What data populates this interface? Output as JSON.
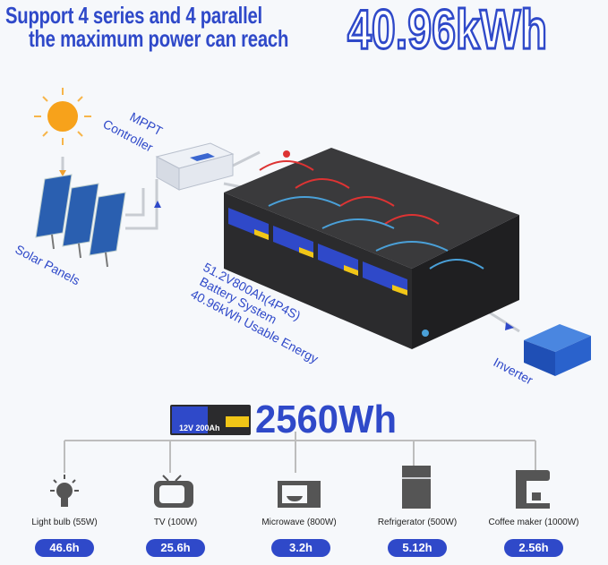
{
  "header": {
    "line1": "Support 4 series and 4 parallel",
    "line2": "the maximum power can reach",
    "capacity": "40.96kWh"
  },
  "diagram": {
    "mppt_label_1": "MPPT",
    "mppt_label_2": "Controller",
    "solar_label": "Solar Panels",
    "system_line1": "51.2V800Ah(4P4S)",
    "system_line2": "Battery System",
    "system_line3": "40.96kWh Usable Energy",
    "inverter_label": "Inverter",
    "battery_label": "12V 200Ah"
  },
  "single_battery": {
    "label": "12V 200Ah",
    "energy": "2560Wh"
  },
  "appliances": [
    {
      "icon": "light-bulb-icon",
      "label": "Light bulb (55W)",
      "runtime": "46.6h"
    },
    {
      "icon": "tv-icon",
      "label": "TV (100W)",
      "runtime": "25.6h"
    },
    {
      "icon": "microwave-icon",
      "label": "Microwave (800W)",
      "runtime": "3.2h"
    },
    {
      "icon": "refrigerator-icon",
      "label": "Refrigerator (500W)",
      "runtime": "5.12h"
    },
    {
      "icon": "coffee-maker-icon",
      "label": "Coffee maker (1000W)",
      "runtime": "2.56h"
    }
  ],
  "colors": {
    "accent": "#2f49c9",
    "icon_gray": "#555555",
    "battery": "#2b2b2b"
  }
}
